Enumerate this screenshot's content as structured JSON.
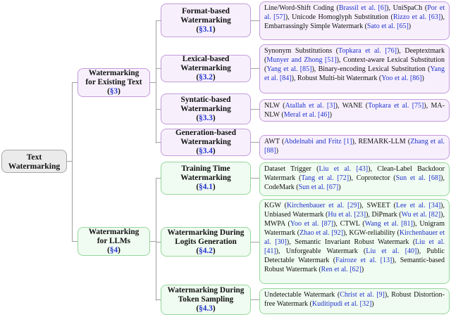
{
  "colors": {
    "purple_border": "#c49add",
    "purple_fill": "#f7f0fc",
    "green_border": "#96d89c",
    "green_fill": "#f0fbf1",
    "gray_border": "#a8a8a8",
    "gray_fill": "#ebebeb",
    "link_blue": "#2233cc",
    "connector_gray": "#a0a0a0",
    "text_black": "#111111"
  },
  "root": {
    "line1": "Text",
    "line2": "Watermarking"
  },
  "branches": [
    {
      "line1": "Watermarking",
      "line2": "for Existing Text",
      "sec": [
        {
          "t": "("
        },
        {
          "t": "§3",
          "link": true
        },
        {
          "t": ")"
        }
      ]
    },
    {
      "line1": "Watermarking",
      "line2": "for LLMs",
      "sec": [
        {
          "t": "("
        },
        {
          "t": "§4",
          "link": true
        },
        {
          "t": ")"
        }
      ]
    }
  ],
  "categories": [
    {
      "line1": "Format-based",
      "line2": "Watermarking",
      "sec": [
        {
          "t": "("
        },
        {
          "t": "§3.1",
          "link": true
        },
        {
          "t": ")"
        }
      ],
      "leaf": [
        {
          "t": "Line/Word-Shift Coding ("
        },
        {
          "t": "Brassil et al. [6]",
          "link": true
        },
        {
          "t": "), UniSpaCh ("
        },
        {
          "t": "Por et al. [57]",
          "link": true
        },
        {
          "t": "), Unicode Homoglyph Substitution ("
        },
        {
          "t": "Rizzo et al. [63]",
          "link": true
        },
        {
          "t": "), Embarrassingly Simple Watermark ("
        },
        {
          "t": "Sato et al. [65]",
          "link": true
        },
        {
          "t": ")"
        }
      ]
    },
    {
      "line1": "Lexical-based",
      "line2": "Watermarking",
      "sec": [
        {
          "t": "("
        },
        {
          "t": "§3.2",
          "link": true
        },
        {
          "t": ")"
        }
      ],
      "leaf": [
        {
          "t": "Synonym Substitutions ("
        },
        {
          "t": "Topkara et al. [76]",
          "link": true
        },
        {
          "t": "), Deeptextmark ("
        },
        {
          "t": "Munyer and Zhong [51]",
          "link": true
        },
        {
          "t": "), Context-aware Lexical Substitution ("
        },
        {
          "t": "Yang et al. [85]",
          "link": true
        },
        {
          "t": "), Binary-encoding Lexical Substitution ("
        },
        {
          "t": "Yang et al. [84]",
          "link": true
        },
        {
          "t": "), Robust Multi-bit Watermark ("
        },
        {
          "t": "Yoo et al. [86]",
          "link": true
        },
        {
          "t": ")"
        }
      ]
    },
    {
      "line1": "Syntatic-based",
      "line2": "Watermarking",
      "sec": [
        {
          "t": "("
        },
        {
          "t": "§3.3",
          "link": true
        },
        {
          "t": ")"
        }
      ],
      "leaf": [
        {
          "t": "NLW ("
        },
        {
          "t": "Atallah et al. [3]",
          "link": true
        },
        {
          "t": "), WANE ("
        },
        {
          "t": "Topkara et al. [75]",
          "link": true
        },
        {
          "t": "), MA-NLW ("
        },
        {
          "t": "Meral et al. [46]",
          "link": true
        },
        {
          "t": ")"
        }
      ]
    },
    {
      "line1": "Generation-based",
      "line2": "Watermarking",
      "sec": [
        {
          "t": "("
        },
        {
          "t": "§3.4",
          "link": true
        },
        {
          "t": ")"
        }
      ],
      "leaf": [
        {
          "t": "AWT ("
        },
        {
          "t": "Abdelnabi and Fritz [1]",
          "link": true
        },
        {
          "t": "), REMARK-LLM ("
        },
        {
          "t": "Zhang et al. [88]",
          "link": true
        },
        {
          "t": ")"
        }
      ]
    },
    {
      "line1": "Training Time",
      "line2": "Watermarking",
      "sec": [
        {
          "t": "("
        },
        {
          "t": "§4.1",
          "link": true
        },
        {
          "t": ")"
        }
      ],
      "leaf": [
        {
          "t": "Dataset Trigger ("
        },
        {
          "t": "Liu et al. [43]",
          "link": true
        },
        {
          "t": "), Clean-Label Backdoor Watermark ("
        },
        {
          "t": "Tang et al. [72]",
          "link": true
        },
        {
          "t": "), Coprotector ("
        },
        {
          "t": "Sun et al. [68]",
          "link": true
        },
        {
          "t": "), CodeMark ("
        },
        {
          "t": "Sun et al. [67]",
          "link": true
        },
        {
          "t": ")"
        }
      ]
    },
    {
      "line1": "Watermarking During",
      "line2": "Logits Generation",
      "sec": [
        {
          "t": "("
        },
        {
          "t": "§4.2",
          "link": true
        },
        {
          "t": ")"
        }
      ],
      "leaf": [
        {
          "t": "KGW ("
        },
        {
          "t": "Kirchenbauer et al. [29]",
          "link": true
        },
        {
          "t": "), SWEET ("
        },
        {
          "t": "Lee et al. [34]",
          "link": true
        },
        {
          "t": "), Unbiased Watermark ("
        },
        {
          "t": "Hu et al. [23]",
          "link": true
        },
        {
          "t": "), DiPmark ("
        },
        {
          "t": "Wu et al. [82]",
          "link": true
        },
        {
          "t": "), MWPA ("
        },
        {
          "t": "Yoo et al. [87]",
          "link": true
        },
        {
          "t": "), CTWL ("
        },
        {
          "t": "Wang et al. [81]",
          "link": true
        },
        {
          "t": "), Unigram Watermark ("
        },
        {
          "t": "Zhao et al. [92]",
          "link": true
        },
        {
          "t": "), KGW-reliability ("
        },
        {
          "t": "Kirchenbauer et al. [30]",
          "link": true
        },
        {
          "t": "), Semantic Invariant Robust Watermark ("
        },
        {
          "t": "Liu et al. [41]",
          "link": true
        },
        {
          "t": "), Unforgeable Watermark ("
        },
        {
          "t": "Liu et al. [40]",
          "link": true
        },
        {
          "t": "), Public Detectable Watermark ("
        },
        {
          "t": "Fairoze et al. [13]",
          "link": true
        },
        {
          "t": "), Semantic-based Robust Watermark ("
        },
        {
          "t": "Ren et al. [62]",
          "link": true
        },
        {
          "t": ")"
        }
      ]
    },
    {
      "line1": "Watermarking During",
      "line2": "Token Sampling",
      "sec": [
        {
          "t": "("
        },
        {
          "t": "§4.3",
          "link": true
        },
        {
          "t": ")"
        }
      ],
      "leaf": [
        {
          "t": "Undetectable Watermark ("
        },
        {
          "t": "Christ et al. [9]",
          "link": true
        },
        {
          "t": "), Robust Distortion-free Watermark ("
        },
        {
          "t": "Kuditipudi et al. [32]",
          "link": true
        },
        {
          "t": ")"
        }
      ]
    }
  ]
}
